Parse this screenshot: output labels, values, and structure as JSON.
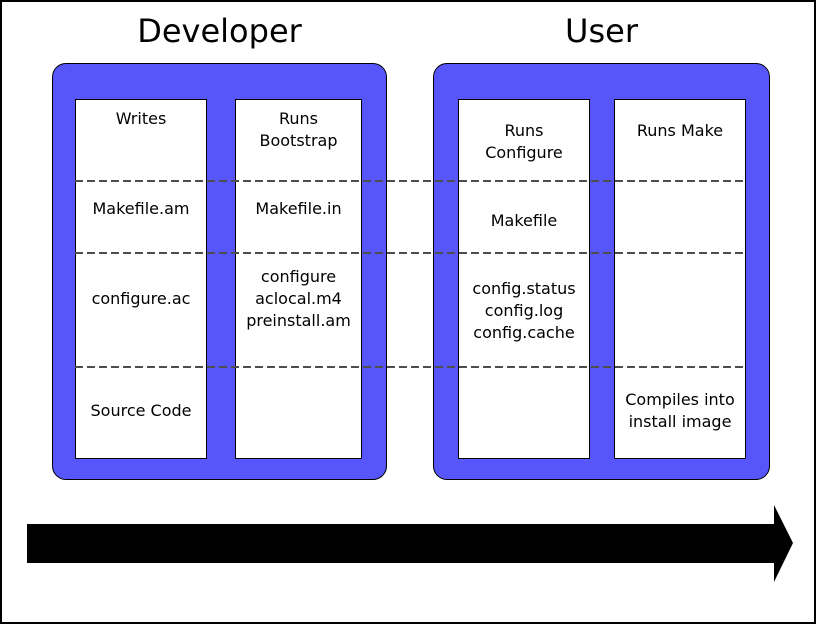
{
  "diagram": {
    "groups": [
      {
        "title": "Developer",
        "columns": [
          {
            "cells": [
              "Writes",
              "Makefile.am",
              "configure.ac",
              "Source Code"
            ]
          },
          {
            "cells": [
              "Runs\nBootstrap",
              "Makefile.in",
              "configure\naclocal.m4\npreinstall.am",
              ""
            ]
          }
        ]
      },
      {
        "title": "User",
        "columns": [
          {
            "cells": [
              "Runs\nConfigure",
              "Makefile",
              "config.status\nconfig.log\nconfig.cache",
              ""
            ]
          },
          {
            "cells": [
              "Runs Make",
              "",
              "",
              "Compiles into\ninstall image"
            ]
          }
        ]
      }
    ],
    "colors": {
      "group_fill": "#5656fa",
      "column_fill": "#ffffff",
      "outline": "#000000",
      "dash": "#4d4d4d",
      "arrow": "#000000"
    }
  }
}
